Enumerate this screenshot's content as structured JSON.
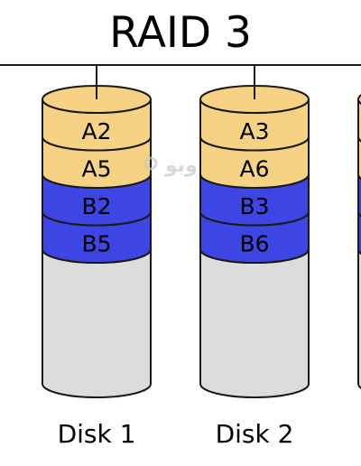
{
  "title": "RAID 3",
  "watermark": "وبو",
  "colors": {
    "yellow": "#f6d384",
    "blue": "#3d45e2",
    "gray": "#dcdcdc",
    "stroke": "#1a1a1a"
  },
  "disks": [
    {
      "label": "Disk 1",
      "blocks": [
        {
          "label": "A2",
          "type": "yellow"
        },
        {
          "label": "A5",
          "type": "yellow"
        },
        {
          "label": "B2",
          "type": "blue"
        },
        {
          "label": "B5",
          "type": "blue"
        }
      ]
    },
    {
      "label": "Disk 2",
      "blocks": [
        {
          "label": "A3",
          "type": "yellow"
        },
        {
          "label": "A6",
          "type": "yellow"
        },
        {
          "label": "B3",
          "type": "blue"
        },
        {
          "label": "B6",
          "type": "blue"
        }
      ]
    },
    {
      "label": "",
      "blocks": [
        {
          "label": "",
          "type": "yellow"
        },
        {
          "label": "",
          "type": "yellow"
        },
        {
          "label": "",
          "type": "blue"
        },
        {
          "label": "",
          "type": "blue"
        }
      ]
    }
  ]
}
